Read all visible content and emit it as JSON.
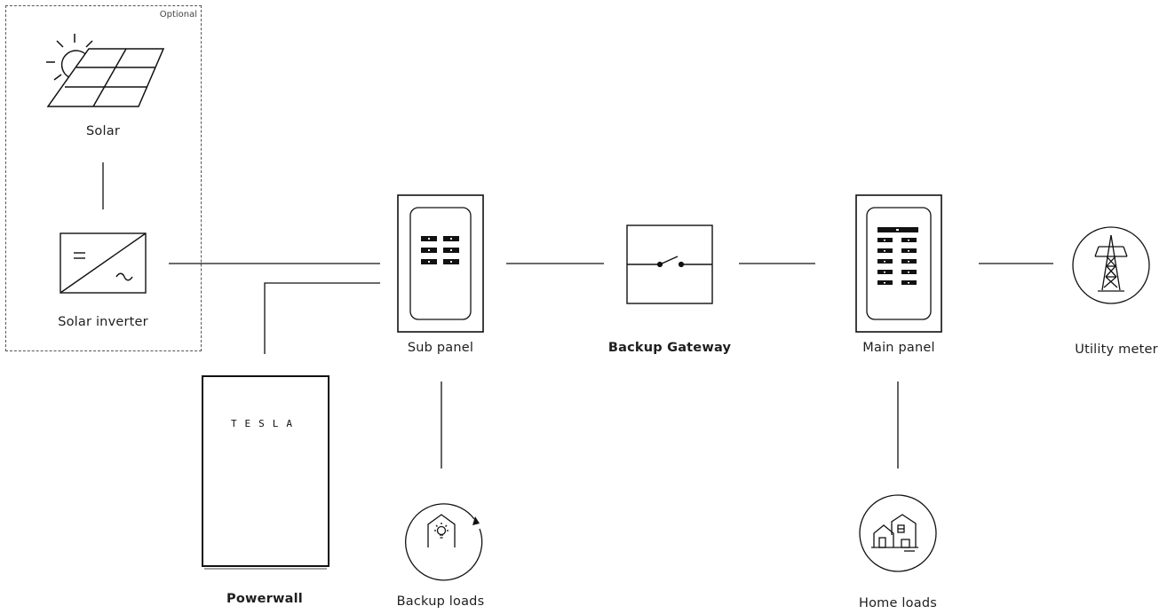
{
  "optional_box": {
    "tag": "Optional"
  },
  "nodes": {
    "solar": "Solar",
    "solar_inverter": "Solar inverter",
    "sub_panel": "Sub panel",
    "backup_gateway": "Backup Gateway",
    "main_panel": "Main panel",
    "utility_meter": "Utility meter",
    "powerwall": "Powerwall",
    "backup_loads": "Backup loads",
    "home_loads": "Home loads"
  },
  "powerwall_brand": "TESLA",
  "icons": {
    "solar": "solar-panel-icon",
    "solar_inverter": "inverter-icon",
    "sub_panel": "sub-panel-icon",
    "backup_gateway": "switch-icon",
    "main_panel": "main-panel-icon",
    "utility_meter": "transmission-tower-icon",
    "powerwall": "battery-icon",
    "backup_loads": "house-lightbulb-icon",
    "home_loads": "houses-icon"
  }
}
